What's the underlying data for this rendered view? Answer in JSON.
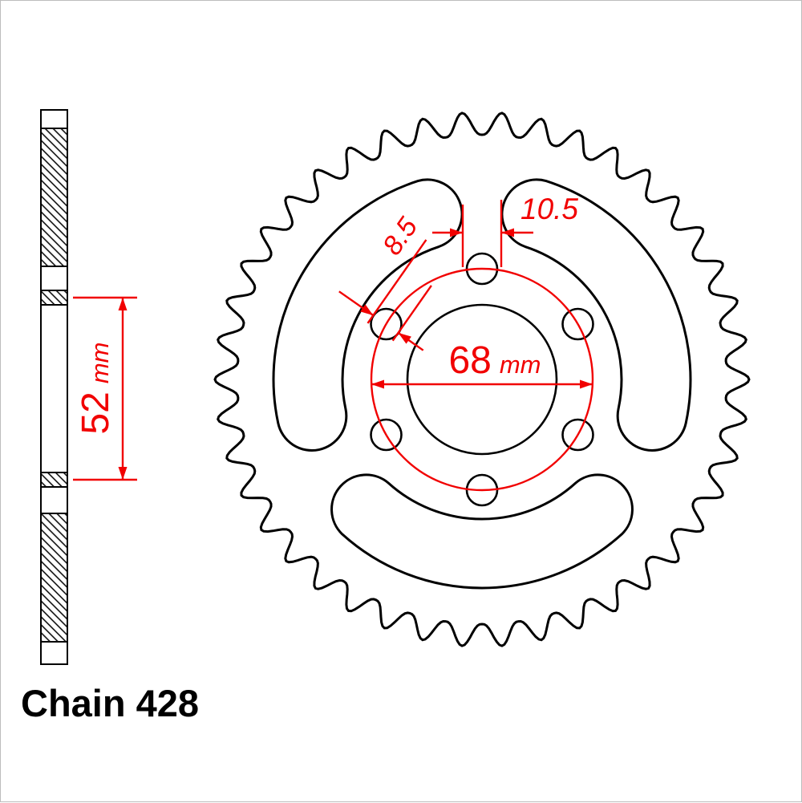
{
  "figure": {
    "type": "technical-drawing",
    "subject": "Rear sprocket dimension diagram with side profile and front view",
    "chain_label": "Chain 428"
  },
  "dimensions": {
    "side_width": {
      "value": "52",
      "unit": "mm"
    },
    "bolt_circle": {
      "value": "68",
      "unit": "mm"
    },
    "slot_width": {
      "value": "10.5"
    },
    "hole_diameter": {
      "value": "8.5"
    }
  },
  "sprocket": {
    "teeth": 42,
    "bolt_holes": 6,
    "cutouts": 3
  },
  "colors": {
    "outline": "#000000",
    "dimension": "#f10000",
    "background": "#ffffff"
  }
}
